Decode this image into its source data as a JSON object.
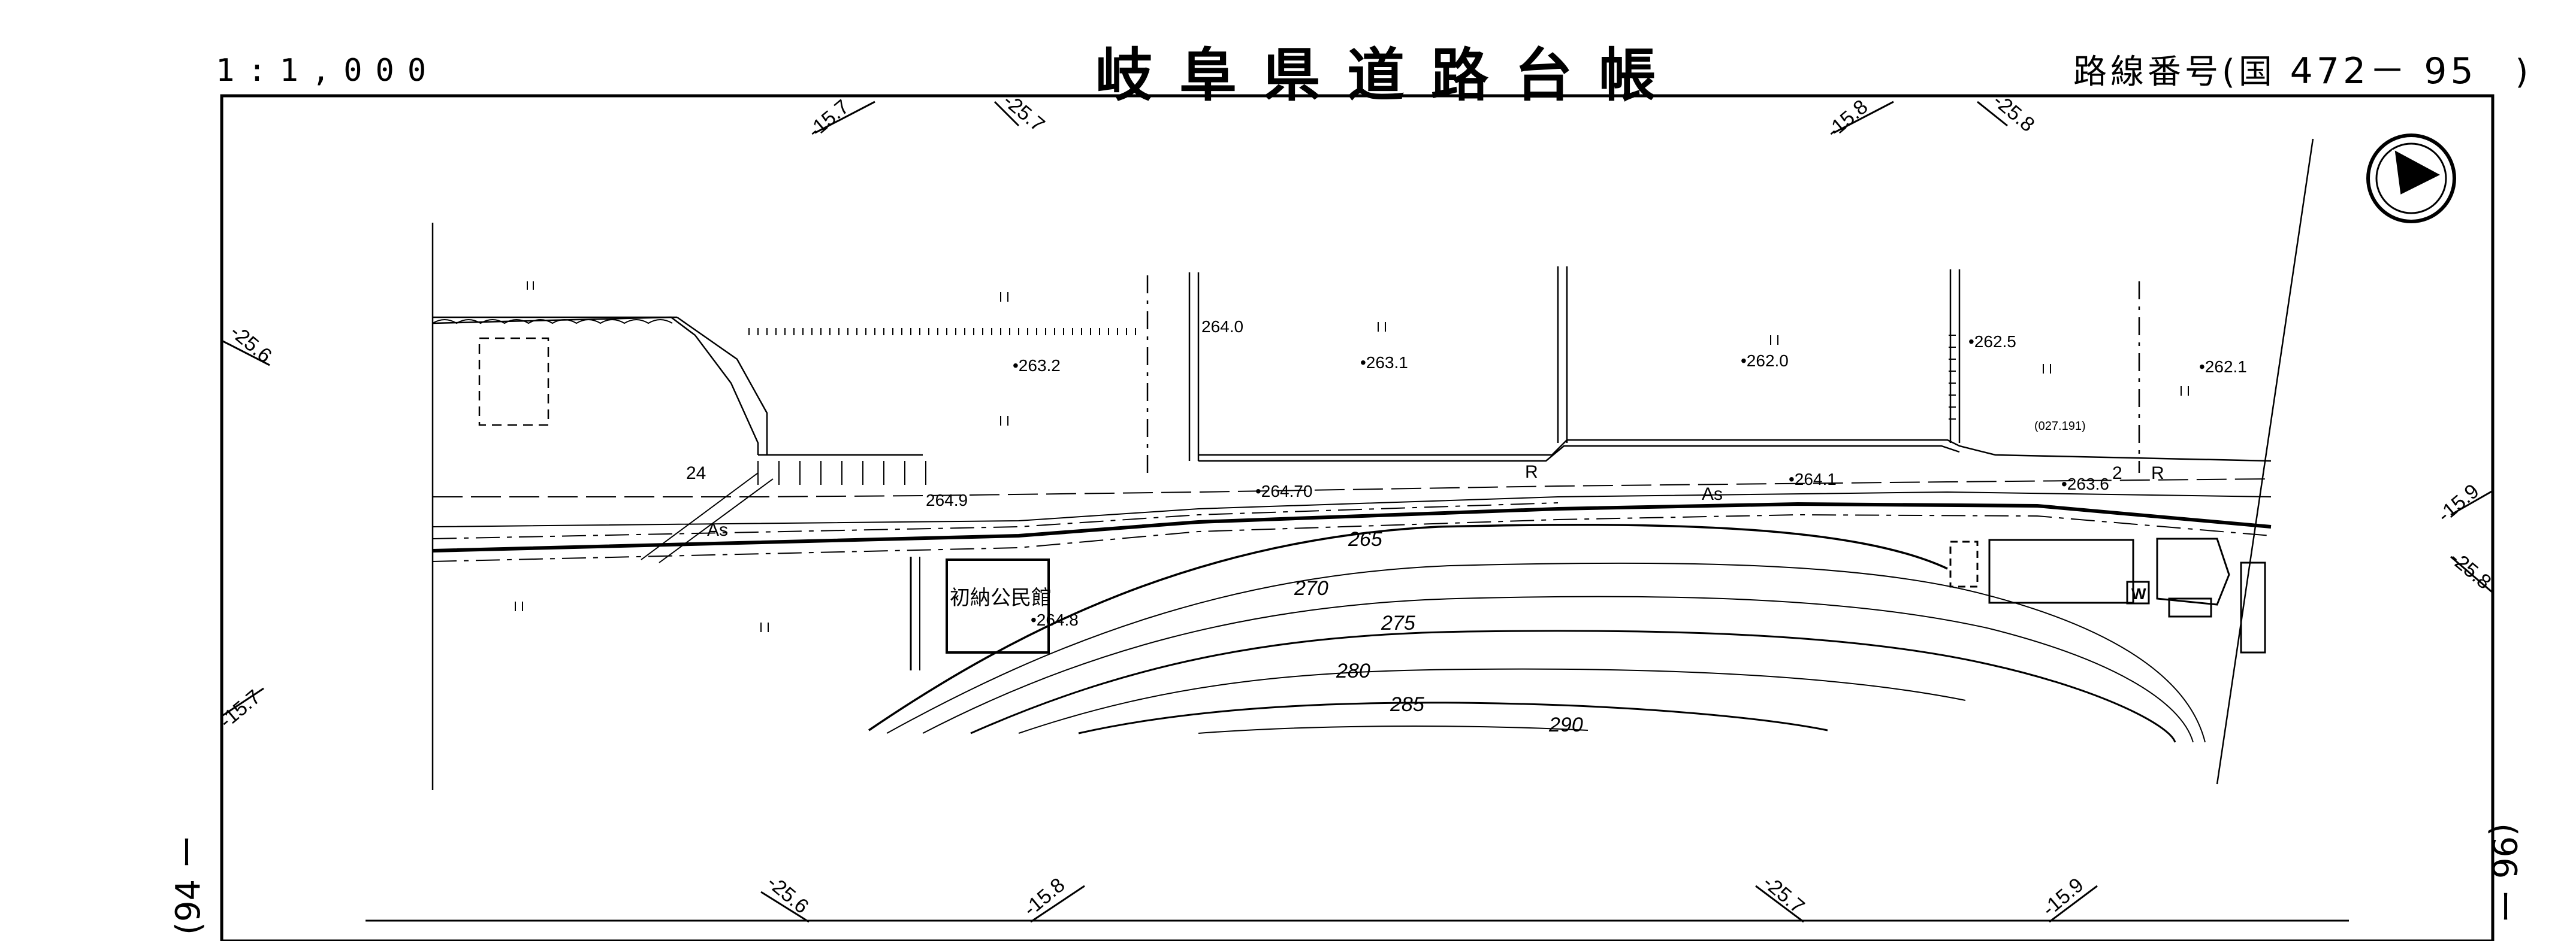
{
  "header": {
    "scale": "1:1,000",
    "title": "岐阜県道路台帳",
    "route_label": "路線番号(国",
    "route_number": "472－ 95",
    "route_close": ")"
  },
  "sheet_links": {
    "left": "(94 ー",
    "right": "(96 ー"
  },
  "grid_marks": {
    "top": [
      "-15.7",
      "-25.7",
      "-15.8",
      "-25.8"
    ],
    "bottom": [
      "-25.6",
      "-15.8",
      "-25.7",
      "-15.9"
    ],
    "left": [
      "-25.6",
      "-15.7"
    ],
    "right": [
      "-15.9",
      "-25.8"
    ]
  },
  "elevations": {
    "e1": "•263.2",
    "e2": "264.0",
    "e3": "•263.1",
    "e4": "•262.0",
    "e5": "•262.5",
    "e6": "•262.1",
    "e7": "264.9",
    "e8": "•264.70",
    "e9": "•264.1",
    "e10": "•263.6",
    "e11": "•264.8"
  },
  "contours": [
    "265",
    "270",
    "275",
    "280",
    "285",
    "290"
  ],
  "labels": {
    "road_surface_1": "As",
    "road_surface_2": "As",
    "km_post": "24",
    "r1": "R",
    "r2": "R",
    "lane_count": "2",
    "hall": "初納公民館",
    "survey_point": "(027.191)",
    "building_mark": "W"
  },
  "north_arrow": "north-arrow"
}
